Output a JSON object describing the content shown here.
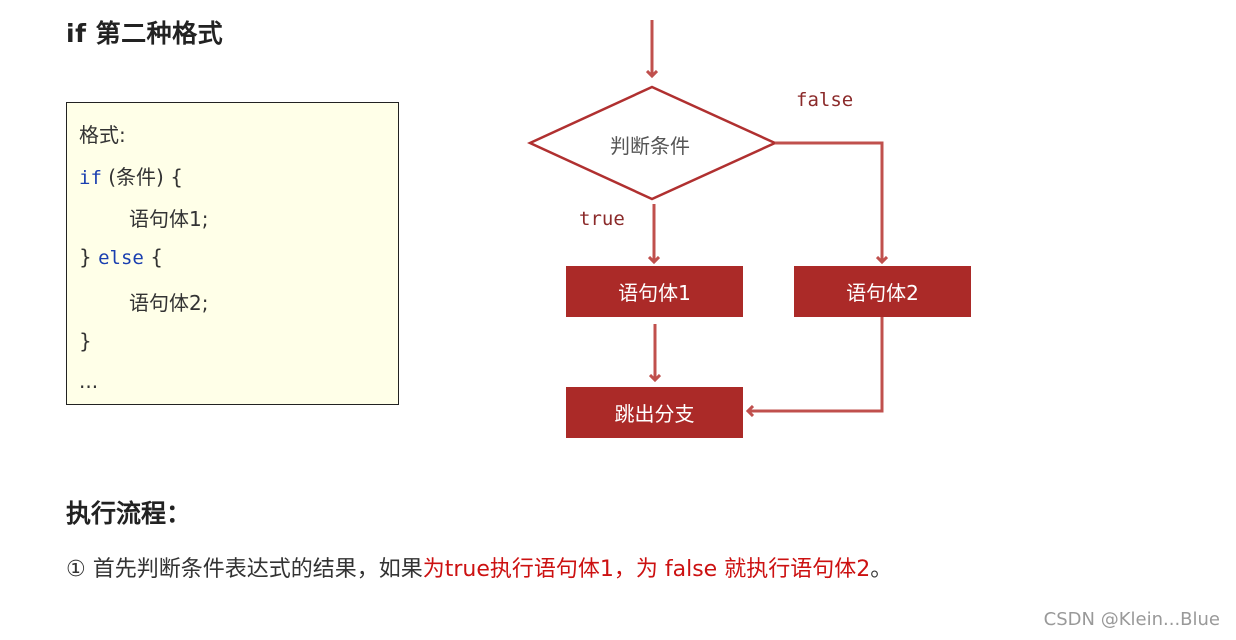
{
  "header": {
    "title": "if 第二种格式"
  },
  "code_box": {
    "lines": {
      "label": "格式:",
      "if_kw": "if",
      "if_rest": " (条件) {",
      "stmt1": "语句体1;",
      "close_else_open": "} ",
      "else_kw": "else",
      "else_rest": " {",
      "stmt2": "语句体2;",
      "close": "}",
      "ellipsis": "..."
    }
  },
  "flowchart": {
    "decision": "判断条件",
    "true_label": "true",
    "false_label": "false",
    "box1": "语句体1",
    "box2": "语句体2",
    "exit": "跳出分支",
    "colors": {
      "box_fill": "#ab2a28",
      "line": "#c0504d",
      "diamond_stroke": "#b03030"
    }
  },
  "execution": {
    "title": "执行流程：",
    "step1": {
      "marker": "①",
      "normal": " 首先判断条件表达式的结果，如果",
      "highlight": "为true执行语句体1，为 false 就执行语句体2",
      "end": "。"
    },
    "highlight_color": "#cc1111"
  },
  "watermark": "CSDN @Klein...Blue"
}
